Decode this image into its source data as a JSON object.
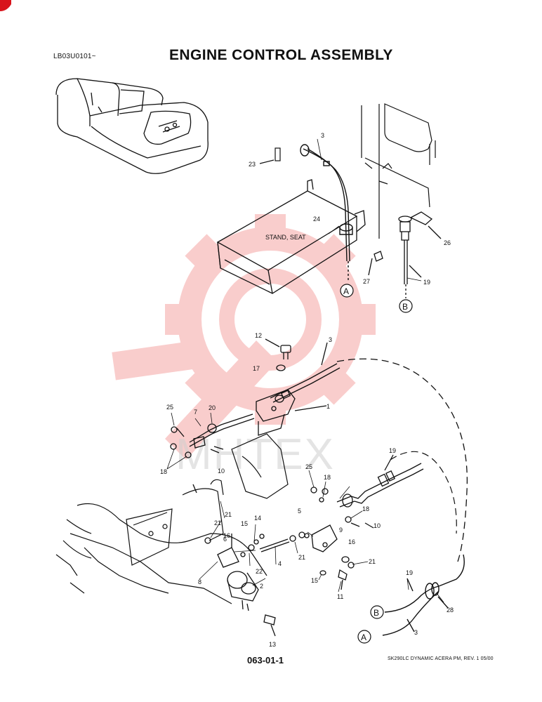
{
  "header": {
    "code": "LB03U0101~",
    "title": "ENGINE CONTROL ASSEMBLY"
  },
  "callouts": [
    "1",
    "2",
    "3",
    "3",
    "3",
    "4",
    "5",
    "6",
    "7",
    "8",
    "9",
    "10",
    "10",
    "11",
    "12",
    "13",
    "14",
    "15",
    "15",
    "16",
    "16",
    "17",
    "18",
    "18",
    "18",
    "19",
    "19",
    "19",
    "20",
    "21",
    "21",
    "21",
    "21",
    "22",
    "23",
    "24",
    "25",
    "25",
    "26",
    "27",
    "28"
  ],
  "labels": {
    "stand_seat": "STAND, SEAT",
    "connector_a": "A",
    "connector_b": "B"
  },
  "watermark": {
    "text": "MHTEX",
    "color": "#e8201e"
  },
  "footer": {
    "page_number": "063-01-1",
    "revision": "SK290LC DYNAMIC ACERA PM, REV. 1  05/00"
  }
}
